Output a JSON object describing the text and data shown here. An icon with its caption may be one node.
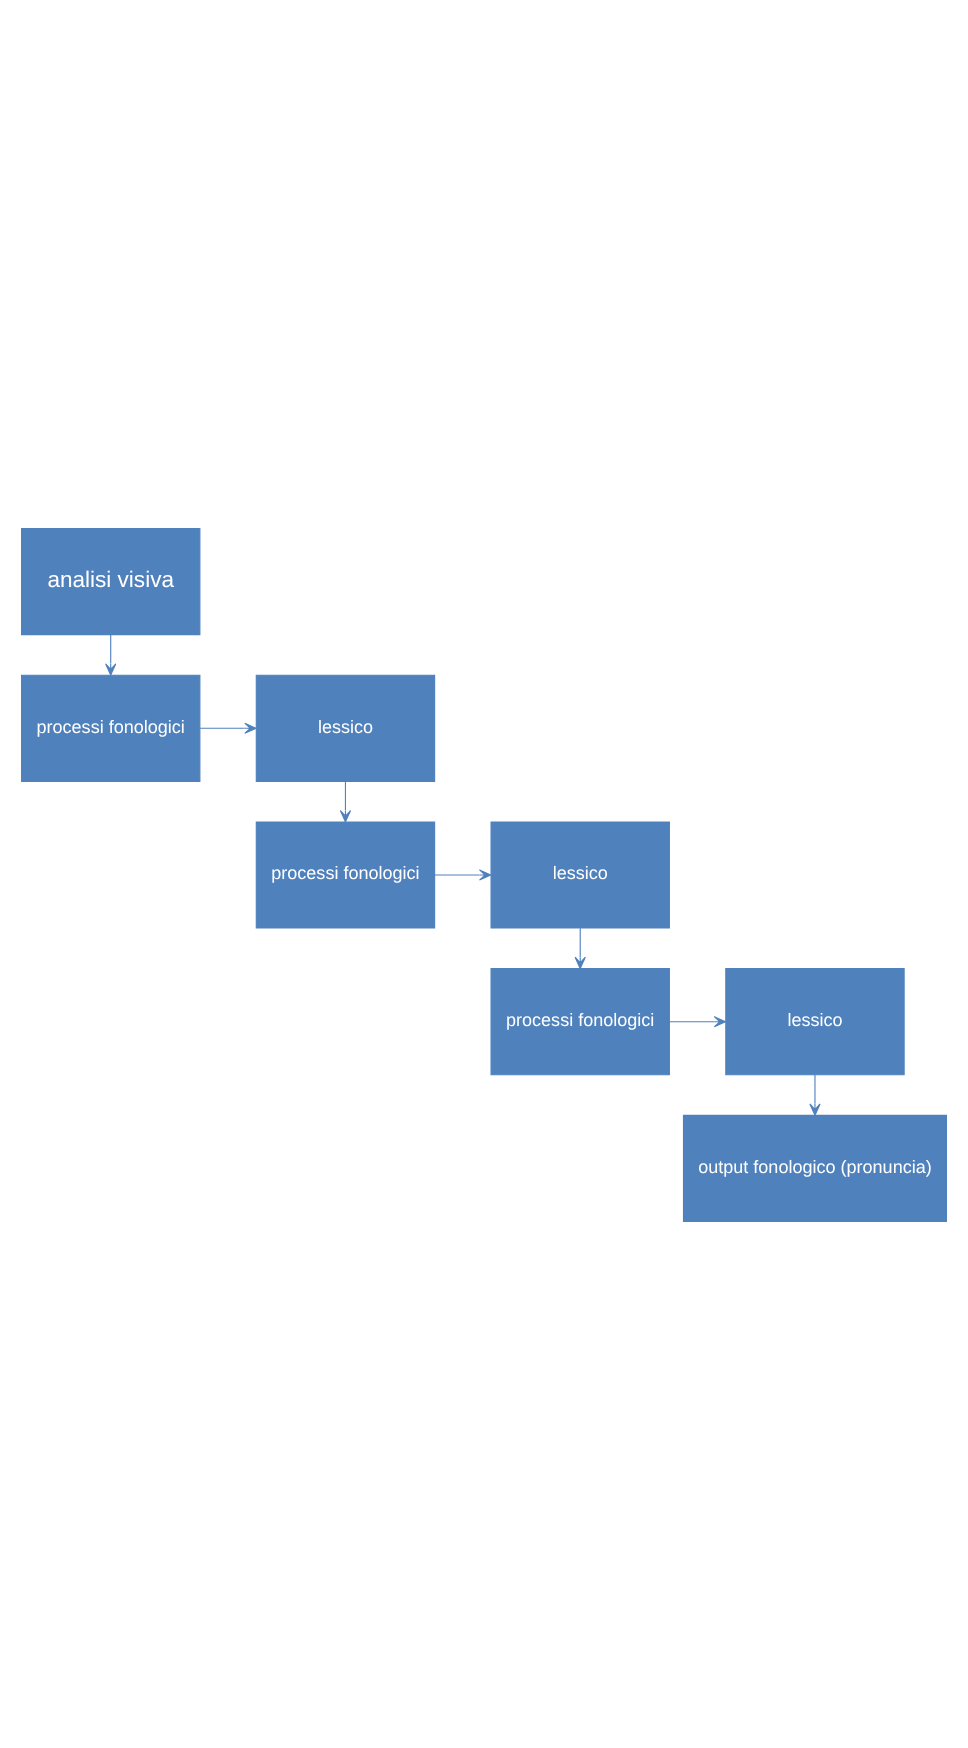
{
  "diagram": {
    "nodes": [
      {
        "text": [
          "analisi visiva"
        ]
      },
      {
        "text": [
          "processi fonologici"
        ]
      },
      {
        "text": [
          "lessico"
        ]
      },
      {
        "text": [
          "processi fonologici"
        ]
      },
      {
        "text": [
          "lessico"
        ]
      },
      {
        "text": [
          "processi fonologici"
        ]
      },
      {
        "text": [
          "lessico"
        ]
      },
      {
        "text": [
          "output fonologico (pronuncia)"
        ]
      }
    ],
    "edges": [
      {
        "from": 0,
        "to": 1,
        "arrow": "to"
      },
      {
        "from": 1,
        "to": 2,
        "arrow": "to"
      },
      {
        "from": 2,
        "to": 3,
        "arrow": "to"
      },
      {
        "from": 3,
        "to": 4,
        "arrow": "to"
      },
      {
        "from": 4,
        "to": 5,
        "arrow": "to"
      },
      {
        "from": 5,
        "to": 6,
        "arrow": "to"
      },
      {
        "from": 6,
        "to": 7,
        "arrow": "to"
      }
    ]
  }
}
